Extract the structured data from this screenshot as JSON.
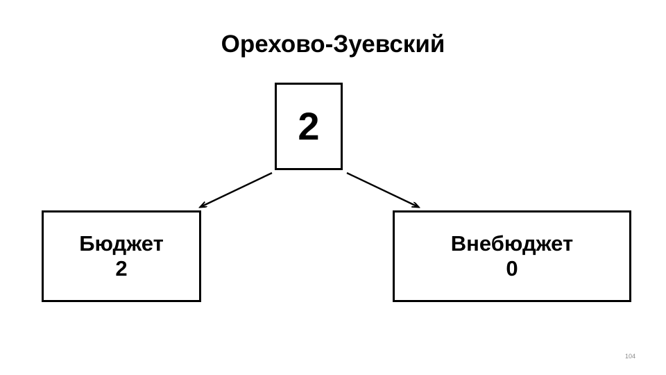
{
  "slide": {
    "title": "Орехово-Зуевский",
    "page_number": "104",
    "colors": {
      "text": "#000000",
      "border": "#000000",
      "background": "#ffffff",
      "page_number": "#8a8a8a"
    },
    "nodes": {
      "root": {
        "label": "2"
      },
      "left": {
        "label": "Бюджет\n2"
      },
      "right": {
        "label": "Внебюджет\n0"
      }
    },
    "connectors": [
      {
        "name": "arrow-root-to-budget",
        "from": "root",
        "to": "left"
      },
      {
        "name": "arrow-root-to-extrabudget",
        "from": "root",
        "to": "right"
      }
    ]
  }
}
